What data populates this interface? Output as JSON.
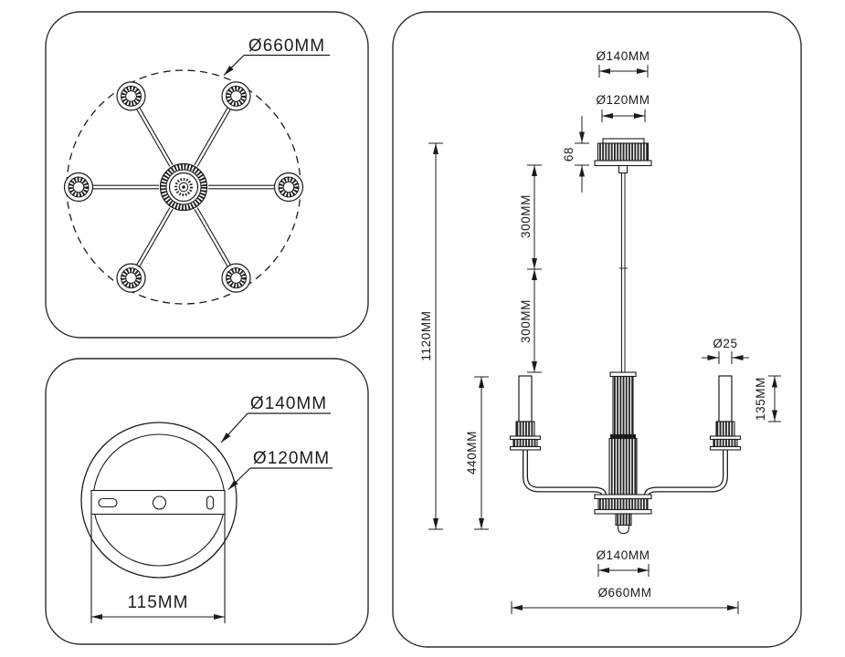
{
  "top_view": {
    "dim_spread": "Ø660MM"
  },
  "canopy_view": {
    "dim_outer": "Ø140MM",
    "dim_inner": "Ø120MM",
    "dim_bracket_width": "115MM"
  },
  "side_view": {
    "dim_canopy_outer": "Ø140MM",
    "dim_canopy_inner": "Ø120MM",
    "dim_canopy_height": "68",
    "dim_rod_upper": "300MM",
    "dim_rod_lower": "300MM",
    "dim_total_height": "1120MM",
    "dim_body_height": "440MM",
    "dim_candle_diameter": "Ø25",
    "dim_candle_height": "135MM",
    "dim_base_diameter": "Ø140MM",
    "dim_spread": "Ø660MM"
  },
  "colors": {
    "line": "#1c1c1c",
    "background": "#ffffff"
  }
}
